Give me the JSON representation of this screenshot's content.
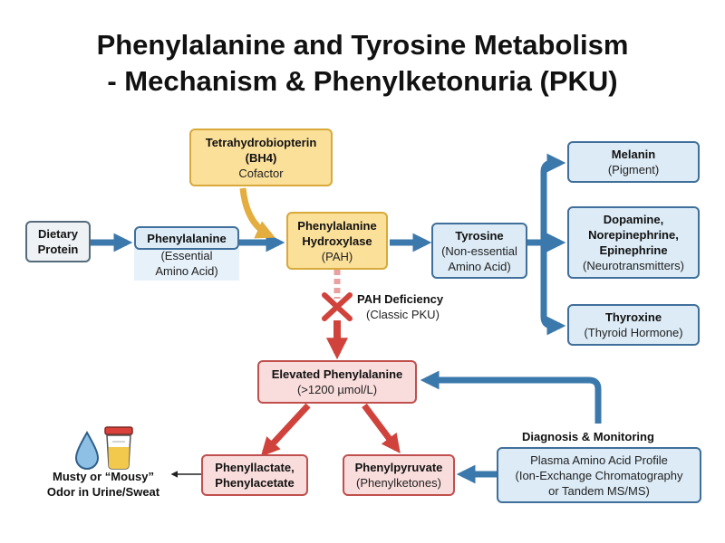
{
  "title": {
    "line1": "Phenylalanine and Tyrosine Metabolism",
    "line2": "- Mechanism & Phenylketonuria (PKU)"
  },
  "nodes": {
    "bh4": {
      "name": "Tetrahydrobiopterin",
      "name2": "(BH4)",
      "sub": "Cofactor"
    },
    "dietary": {
      "name": "Dietary",
      "name2": "Protein"
    },
    "phe": {
      "name": "Phenylalanine",
      "sub": "(Essential",
      "sub2": "Amino Acid)"
    },
    "pah": {
      "name": "Phenylalanine",
      "name2": "Hydroxylase",
      "sub": "(PAH)"
    },
    "tyr": {
      "name": "Tyrosine",
      "sub": "(Non-essential",
      "sub2": "Amino Acid)"
    },
    "melanin": {
      "name": "Melanin",
      "sub": "(Pigment)"
    },
    "dopamine": {
      "name": "Dopamine,",
      "name2": "Norepinephrine,",
      "name3": "Epinephrine",
      "sub": "(Neurotransmitters)"
    },
    "thyroxine": {
      "name": "Thyroxine",
      "sub": "(Thyroid Hormone)"
    },
    "elevated": {
      "name": "Elevated Phenylalanine",
      "sub": "(>1200 µmol/L)"
    },
    "phenyllactate": {
      "name": "Phenyllactate,",
      "name2": "Phenylacetate"
    },
    "phenylpyruvate": {
      "name": "Phenylpyruvate",
      "sub": "(Phenylketones)"
    },
    "plasma": {
      "line1": "Plasma Amino Acid Profile",
      "line2": "(Ion-Exchange Chromatography",
      "line3": "or Tandem MS/MS)"
    }
  },
  "labels": {
    "pah_deficiency": "PAH Deficiency",
    "classic_pku": "(Classic PKU)",
    "diagnosis": "Diagnosis & Monitoring",
    "odor1": "Musty or “Mousy”",
    "odor2": "Odor in Urine/Sweat"
  },
  "colors": {
    "blue_arrow": "#3b78ab",
    "red_arrow": "#d0433c",
    "yellow_arrow": "#e3ad3f"
  },
  "icons": [
    "water-drop-icon",
    "urine-sample-cup-icon",
    "x-block-icon"
  ]
}
